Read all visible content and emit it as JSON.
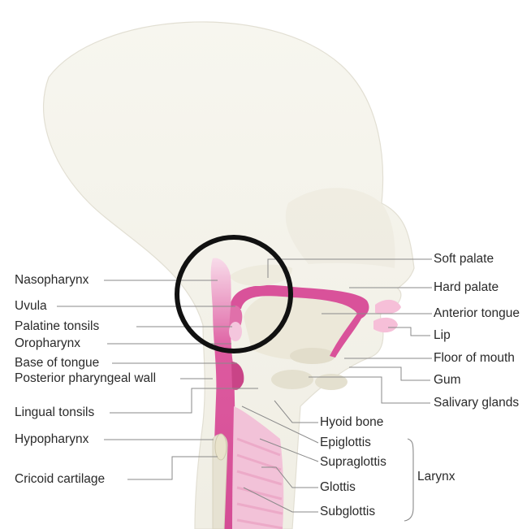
{
  "labels": {
    "left": {
      "nasopharynx": "Nasopharynx",
      "uvula": "Uvula",
      "palatine_tonsils": "Palatine tonsils",
      "oropharynx": "Oropharynx",
      "base_of_tongue": "Base of tongue",
      "posterior_pharyngeal_wall": "Posterior pharyngeal wall",
      "lingual_tonsils": "Lingual tonsils",
      "hypopharynx": "Hypopharynx",
      "cricoid_cartilage": "Cricoid cartilage"
    },
    "right": {
      "soft_palate": "Soft palate",
      "hard_palate": "Hard palate",
      "anterior_tongue": "Anterior tongue",
      "lip": "Lip",
      "floor_of_mouth": "Floor of mouth",
      "gum": "Gum",
      "salivary_glands": "Salivary glands",
      "hyoid_bone": "Hyoid bone",
      "epiglottis": "Epiglottis",
      "supraglottis": "Supraglottis",
      "glottis": "Glottis",
      "subglottis": "Subglottis"
    },
    "group": {
      "larynx": "Larynx"
    }
  },
  "colors": {
    "skin": "#f3f1e6",
    "skin_edge": "#dedbd0",
    "tissue": "#d9529a",
    "tissue_light": "#f3bcd9",
    "trachea": "#f2c2d8",
    "lip": "#f6bfd8",
    "bone": "#e6e2d2",
    "highlight_circle": "#111111",
    "leader": "#8a8a8a"
  }
}
